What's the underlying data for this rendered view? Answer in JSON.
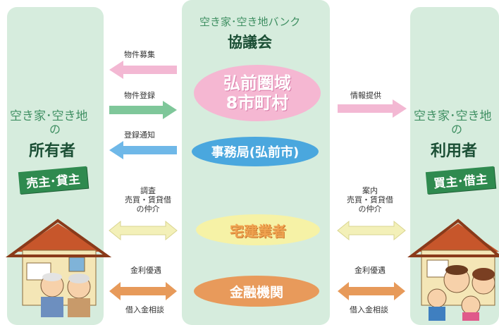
{
  "colors": {
    "panel": "#d6ecdd",
    "pink": "#f3b8d3",
    "green": "#7fc79a",
    "blue": "#6fb8e8",
    "yellow": "#f3f0b8",
    "orange": "#e79a5a"
  },
  "center": {
    "bank_title": "空き家･空き地バンク",
    "council": "協議会",
    "oval_top_line1": "弘前圏域",
    "oval_top_line2": "8市町村",
    "oval_office": "事務局(弘前市)",
    "oval_realtor": "宅建業者",
    "oval_finance": "金融機関"
  },
  "left": {
    "title": "空き家･空き地",
    "no": "の",
    "role": "所有者",
    "badge": "売主･貸主"
  },
  "right": {
    "title": "空き家･空き地",
    "no": "の",
    "role": "利用者",
    "badge": "買主･借主"
  },
  "arrows": {
    "recruit": "物件募集",
    "register": "物件登録",
    "notify": "登録通知",
    "info": "情報提供",
    "left_mid_1": "調査",
    "left_mid_2": "売買・賃貸借",
    "left_mid_3": "の仲介",
    "right_mid_1": "案内",
    "right_mid_2": "売買・賃貸借",
    "right_mid_3": "の仲介",
    "rate_left": "金利優遇",
    "loan_left": "借入金相談",
    "rate_right": "金利優遇",
    "loan_right": "借入金相談"
  }
}
